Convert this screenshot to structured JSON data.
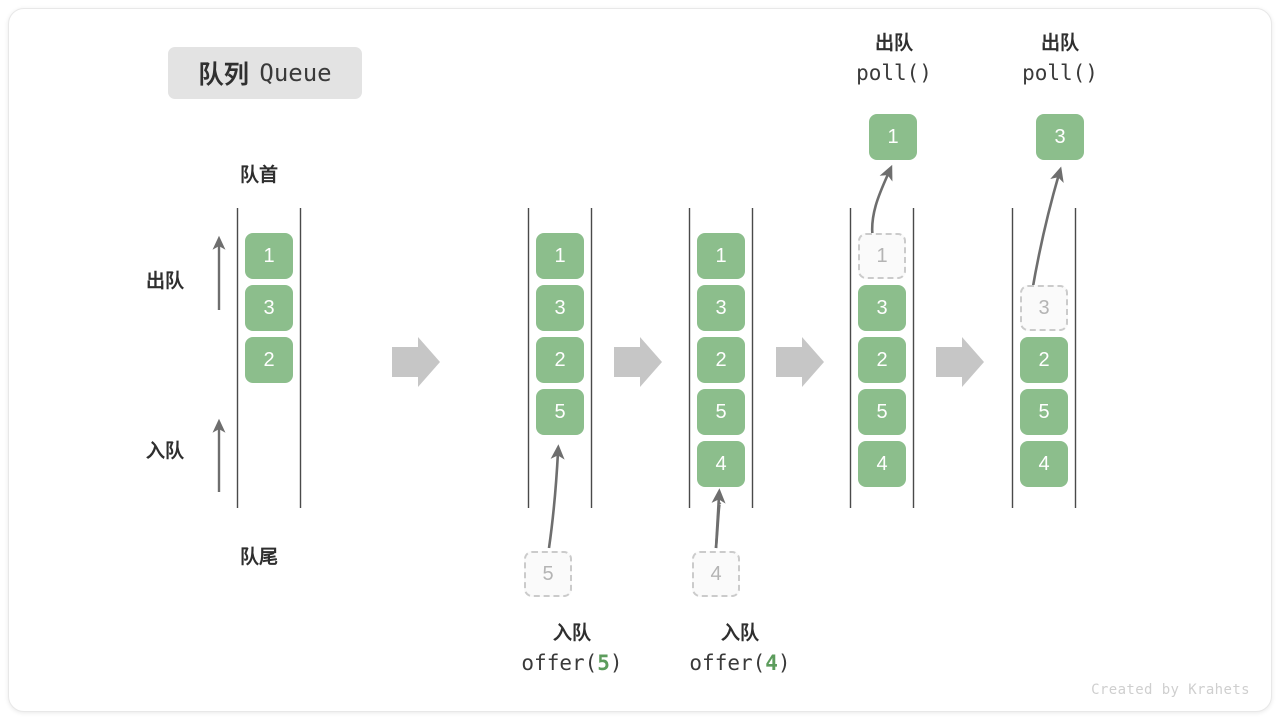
{
  "title": {
    "cn": "队列",
    "en": "Queue"
  },
  "labels": {
    "front": "队首",
    "rear": "队尾",
    "dequeue": "出队",
    "enqueue": "入队"
  },
  "colors": {
    "cell_fill": "#8cbe8c",
    "cell_text": "#ffffff",
    "ghost_fill": "#fafafa",
    "ghost_border": "#cbcbcb",
    "ghost_text": "#b4b4b4",
    "rail": "#4a4a4a",
    "arrow": "#6e6e6e",
    "step_arrow": "#c6c6c6",
    "badge_bg": "#e3e3e3",
    "text": "#2f2f2f",
    "accent_value": "#5c9c5c",
    "watermark": "#cfcfcf"
  },
  "operations": [
    {
      "cn": "入队",
      "code_prefix": "offer(",
      "code_value": "5",
      "code_suffix": ")"
    },
    {
      "cn": "入队",
      "code_prefix": "offer(",
      "code_value": "4",
      "code_suffix": ")"
    },
    {
      "cn": "出队",
      "code_prefix": "poll(",
      "code_value": "",
      "code_suffix": ")"
    },
    {
      "cn": "出队",
      "code_prefix": "poll(",
      "code_value": "",
      "code_suffix": ")"
    }
  ],
  "panels": [
    {
      "id": "panel-initial",
      "cells": [
        "1",
        "3",
        "2"
      ],
      "ghost_index": -1,
      "incoming": null,
      "outgoing": null
    },
    {
      "id": "panel-after-offer-5",
      "cells": [
        "1",
        "3",
        "2",
        "5"
      ],
      "ghost_index": -1,
      "incoming": "5",
      "outgoing": null
    },
    {
      "id": "panel-after-offer-4",
      "cells": [
        "1",
        "3",
        "2",
        "5",
        "4"
      ],
      "ghost_index": -1,
      "incoming": "4",
      "outgoing": null
    },
    {
      "id": "panel-poll-1",
      "cells": [
        "1",
        "3",
        "2",
        "5",
        "4"
      ],
      "ghost_index": 0,
      "incoming": null,
      "outgoing": "1"
    },
    {
      "id": "panel-poll-3",
      "cells": [
        "",
        "3",
        "2",
        "5",
        "4"
      ],
      "ghost_index": 1,
      "incoming": null,
      "outgoing": "3"
    }
  ],
  "watermark": "Created by Krahets"
}
